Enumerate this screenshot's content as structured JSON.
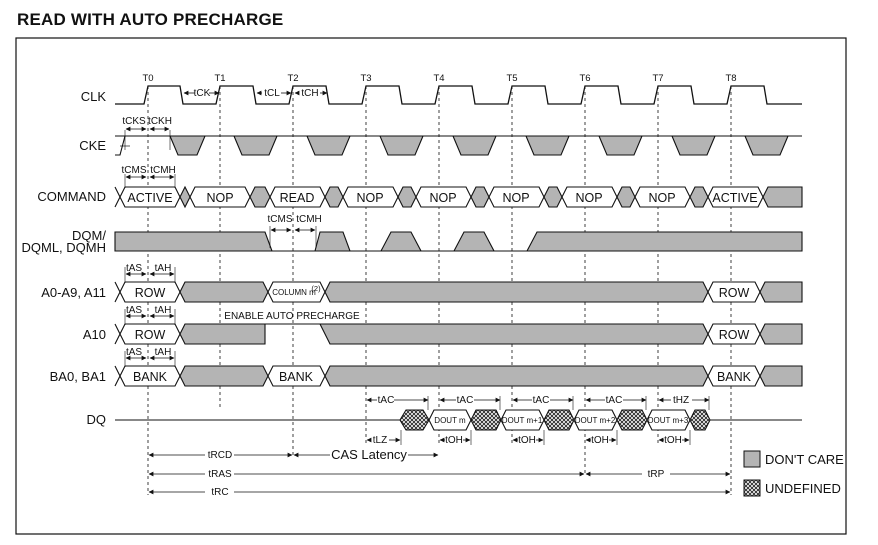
{
  "title": "READ WITH AUTO PRECHARGE",
  "clock_labels": [
    "T0",
    "T1",
    "T2",
    "T3",
    "T4",
    "T5",
    "T6",
    "T7",
    "T8"
  ],
  "signals": {
    "clk": "CLK",
    "cke": "CKE",
    "command": "COMMAND",
    "dqm_line1": "DQM/",
    "dqm_line2": "DQML, DQMH",
    "addr": "A0-A9, A11",
    "a10": "A10",
    "ba": "BA0, BA1",
    "dq": "DQ"
  },
  "commands": [
    "ACTIVE",
    "NOP",
    "READ",
    "NOP",
    "NOP",
    "NOP",
    "NOP",
    "NOP",
    "ACTIVE"
  ],
  "values": {
    "row": "ROW",
    "column": "COLUMN m",
    "column_note": "(2)",
    "bank": "BANK",
    "enable_auto_precharge": "ENABLE AUTO PRECHARGE",
    "dq": [
      "DOUT m",
      "DOUT m+1",
      "DOUT m+2",
      "DOUT m+3"
    ]
  },
  "timing": {
    "tck": "tCK",
    "tcl": "tCL",
    "tch": "tCH",
    "tcks": "tCKS",
    "tckh": "tCKH",
    "tcms": "tCMS",
    "tcmh": "tCMH",
    "tas": "tAS",
    "tah": "tAH",
    "tac": "tAC",
    "thz": "tHZ",
    "tlz": "tLZ",
    "toh": "tOH",
    "trcd": "tRCD",
    "cas_latency": "CAS Latency",
    "tras": "tRAS",
    "trp": "tRP",
    "trc": "tRC"
  },
  "legend": {
    "dont_care": "DON'T CARE",
    "undefined": "UNDEFINED"
  },
  "colors": {
    "dont_care_fill": "#b4b4b4",
    "line": "#111111"
  }
}
